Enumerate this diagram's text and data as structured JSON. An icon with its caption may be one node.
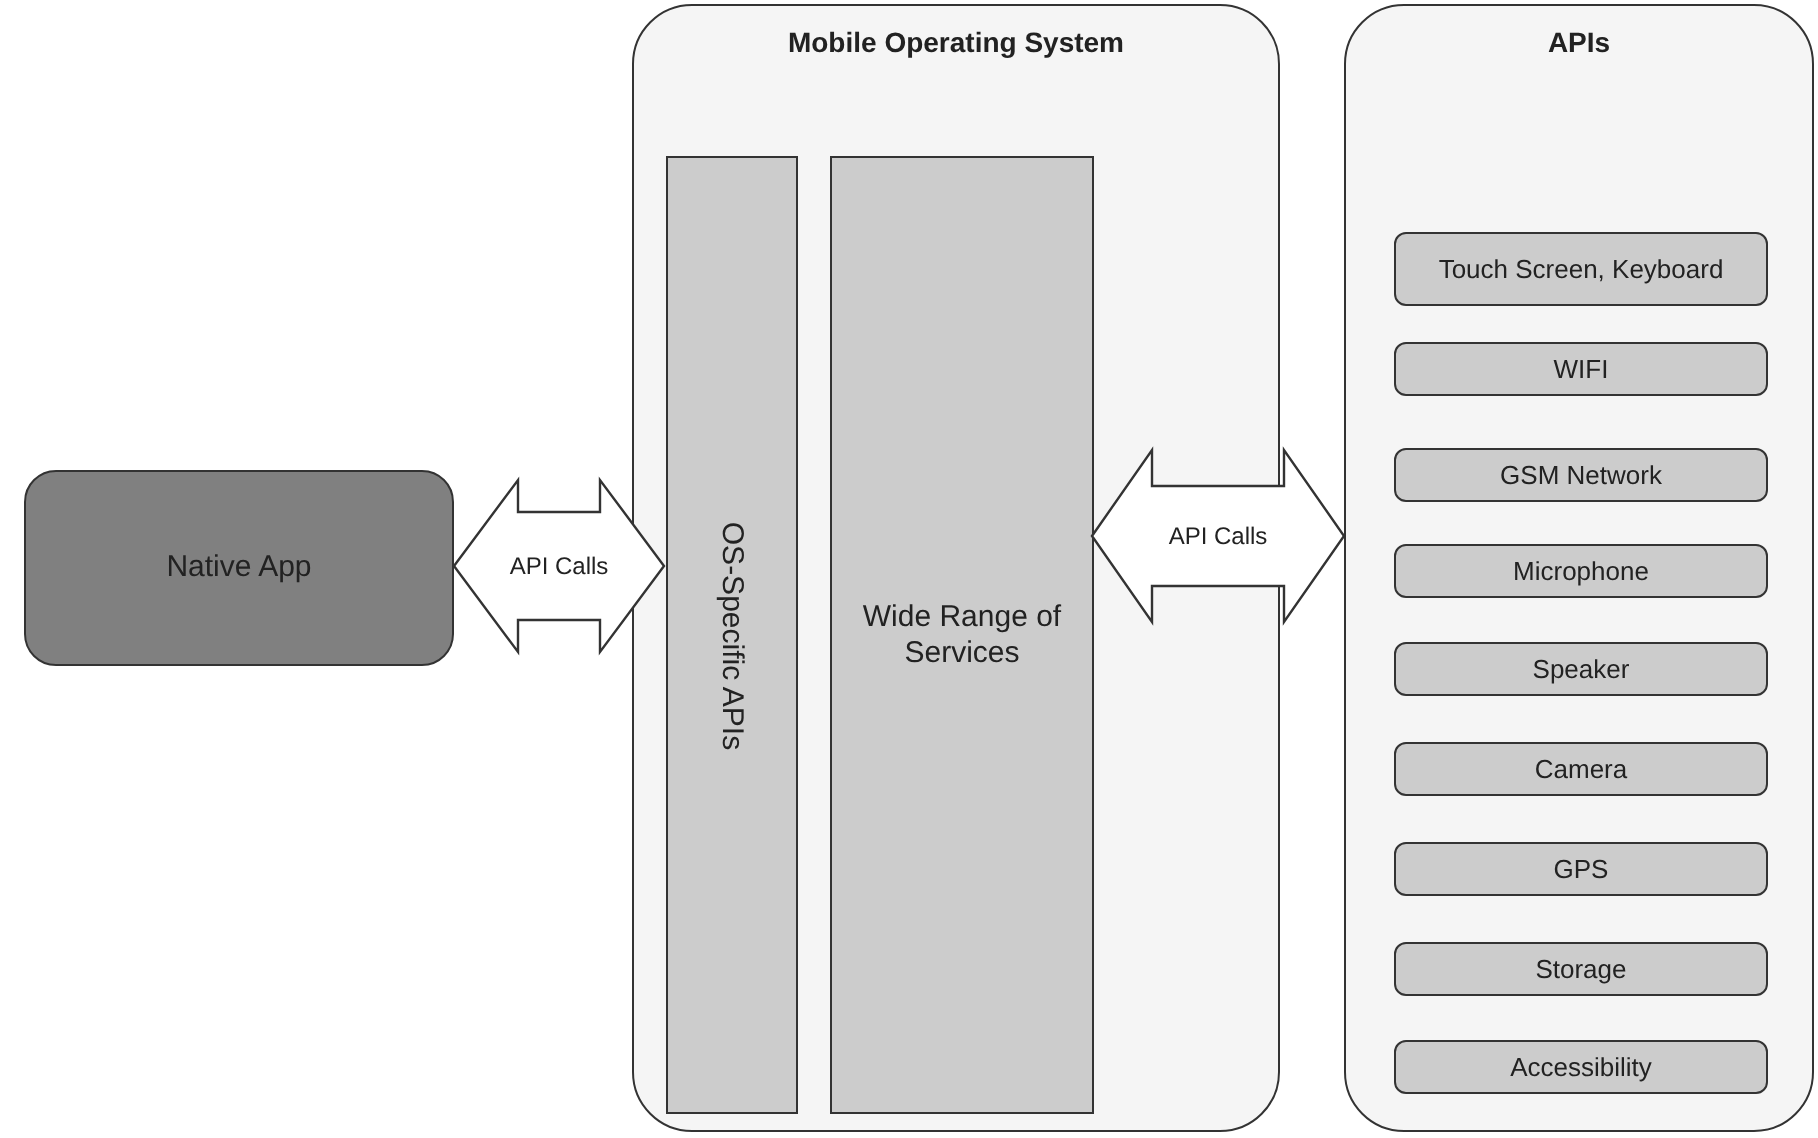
{
  "diagram": {
    "nodes": [
      {
        "text": [
          "Native App"
        ]
      },
      {
        "text": [
          "Mobile Operating System"
        ]
      },
      {
        "text": [
          "OS-Specific APIs"
        ],
        "in": 1
      },
      {
        "text": [
          "Wide Range of Services"
        ],
        "in": 1
      },
      {
        "text": [
          "APIs"
        ]
      },
      {
        "text": [
          "Touch Screen, Keyboard"
        ],
        "in": 4
      },
      {
        "text": [
          "WIFI"
        ],
        "in": 4
      },
      {
        "text": [
          "GSM Network"
        ],
        "in": 4
      },
      {
        "text": [
          "Microphone"
        ],
        "in": 4
      },
      {
        "text": [
          "Speaker"
        ],
        "in": 4
      },
      {
        "text": [
          "Camera"
        ],
        "in": 4
      },
      {
        "text": [
          "GPS"
        ],
        "in": 4
      },
      {
        "text": [
          "Storage"
        ],
        "in": 4
      },
      {
        "text": [
          "Accessibility"
        ],
        "in": 4
      }
    ],
    "edges": [
      {
        "from": 0,
        "to": 2,
        "arrow": "both",
        "label": "API Calls"
      },
      {
        "from": 3,
        "to": 4,
        "arrow": "both",
        "label": "API Calls"
      }
    ]
  }
}
